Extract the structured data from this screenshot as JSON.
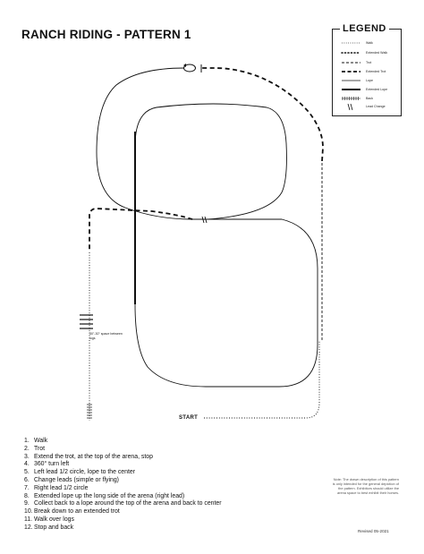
{
  "title": "RANCH RIDING - PATTERN 1",
  "legend": {
    "heading": "LEGEND",
    "items": [
      {
        "label": "Walk",
        "style": "walk"
      },
      {
        "label": "Extended Walk",
        "style": "extended-walk"
      },
      {
        "label": "Trot",
        "style": "trot"
      },
      {
        "label": "Extended Trot",
        "style": "extended-trot"
      },
      {
        "label": "Lope",
        "style": "lope"
      },
      {
        "label": "Extended Lope",
        "style": "extended-lope"
      },
      {
        "label": "Back",
        "style": "back"
      },
      {
        "label": "Lead Change",
        "style": "lead-change"
      }
    ]
  },
  "diagram": {
    "start_label": "START",
    "logs_note": "30\"-30\" space between logs"
  },
  "steps": [
    {
      "num": "1.",
      "text": "Walk"
    },
    {
      "num": "2.",
      "text": "Trot"
    },
    {
      "num": "3.",
      "text": "Extend the trot, at the top of the arena, stop"
    },
    {
      "num": "4.",
      "text": "360° turn left"
    },
    {
      "num": "5.",
      "text": "Left lead 1/2 circle, lope to the center"
    },
    {
      "num": "6.",
      "text": "Change leads (simple or flying)"
    },
    {
      "num": "7.",
      "text": "Right lead 1/2 circle"
    },
    {
      "num": "8.",
      "text": "Extended lope up the long side of the arena (right lead)"
    },
    {
      "num": "9.",
      "text": "Collect back to a lope around the top of the arena and back to center"
    },
    {
      "num": "10.",
      "text": "Break down to an extended trot"
    },
    {
      "num": "11.",
      "text": "Walk over logs"
    },
    {
      "num": "12.",
      "text": "Stop and back"
    }
  ],
  "note": "Note: The drawn description of this pattern is only intended for the general depiction of the pattern. Exhibitors should utilize the arena space to best exhibit their horses.",
  "revised": "Revised 05-2021"
}
